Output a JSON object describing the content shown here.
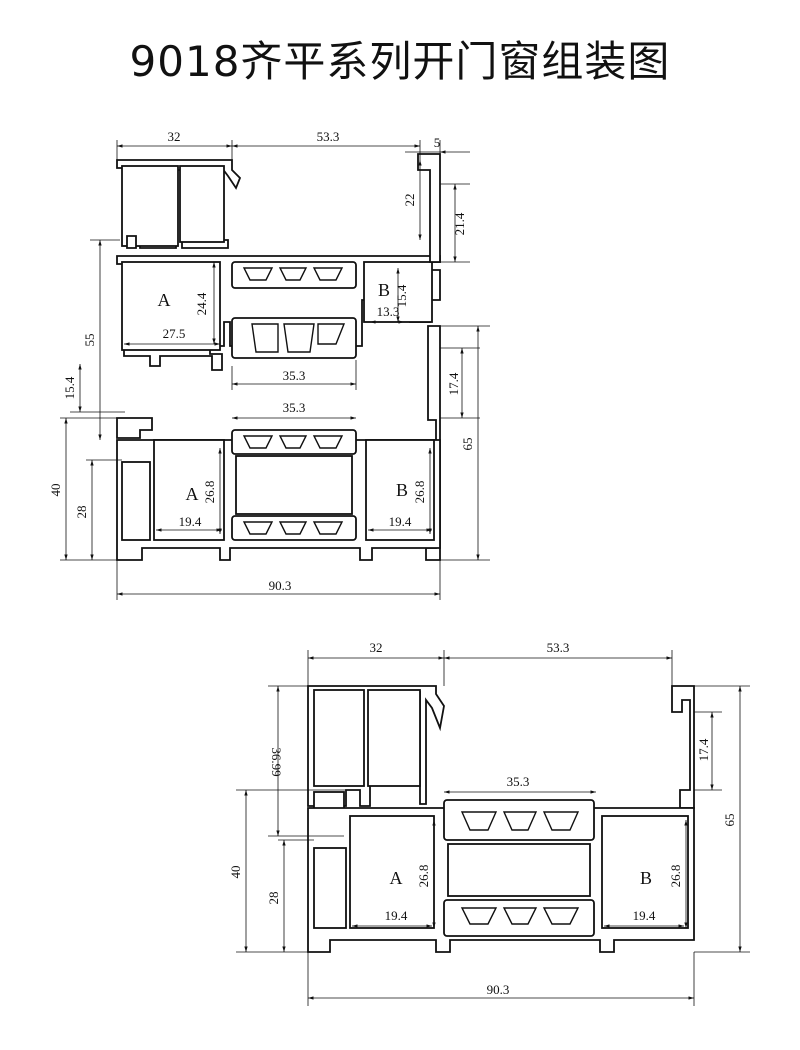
{
  "title": "9018齐平系列开门窗组装图",
  "top_drawing": {
    "dims": {
      "width_32": "32",
      "width_53_3": "53.3",
      "width_5": "5",
      "height_22": "22",
      "height_21_4": "21.4",
      "height_24_4": "24.4",
      "width_27_5": "27.5",
      "height_55": "55",
      "width_13_3": "13.3",
      "height_15_4_b": "15.4",
      "width_35_3_upper": "35.3",
      "height_17_4": "17.4",
      "height_15_4": "15.4",
      "width_35_3_lower": "35.3",
      "height_65": "65",
      "height_40": "40",
      "height_28": "28",
      "height_26_8_a": "26.8",
      "height_26_8_b": "26.8",
      "width_19_4_a": "19.4",
      "width_19_4_b": "19.4",
      "width_90_3": "90.3"
    },
    "labels": {
      "a_upper": "A",
      "b_upper": "B",
      "a_lower": "A",
      "b_lower": "B"
    }
  },
  "bottom_drawing": {
    "dims": {
      "width_32": "32",
      "width_53_3": "53.3",
      "height_36_99": "36.99",
      "width_35_3": "35.3",
      "height_17_4": "17.4",
      "height_65": "65",
      "height_40": "40",
      "height_28": "28",
      "height_26_8_a": "26.8",
      "height_26_8_b": "26.8",
      "width_19_4_a": "19.4",
      "width_19_4_b": "19.4",
      "width_90_3": "90.3"
    },
    "labels": {
      "a": "A",
      "b": "B"
    }
  }
}
